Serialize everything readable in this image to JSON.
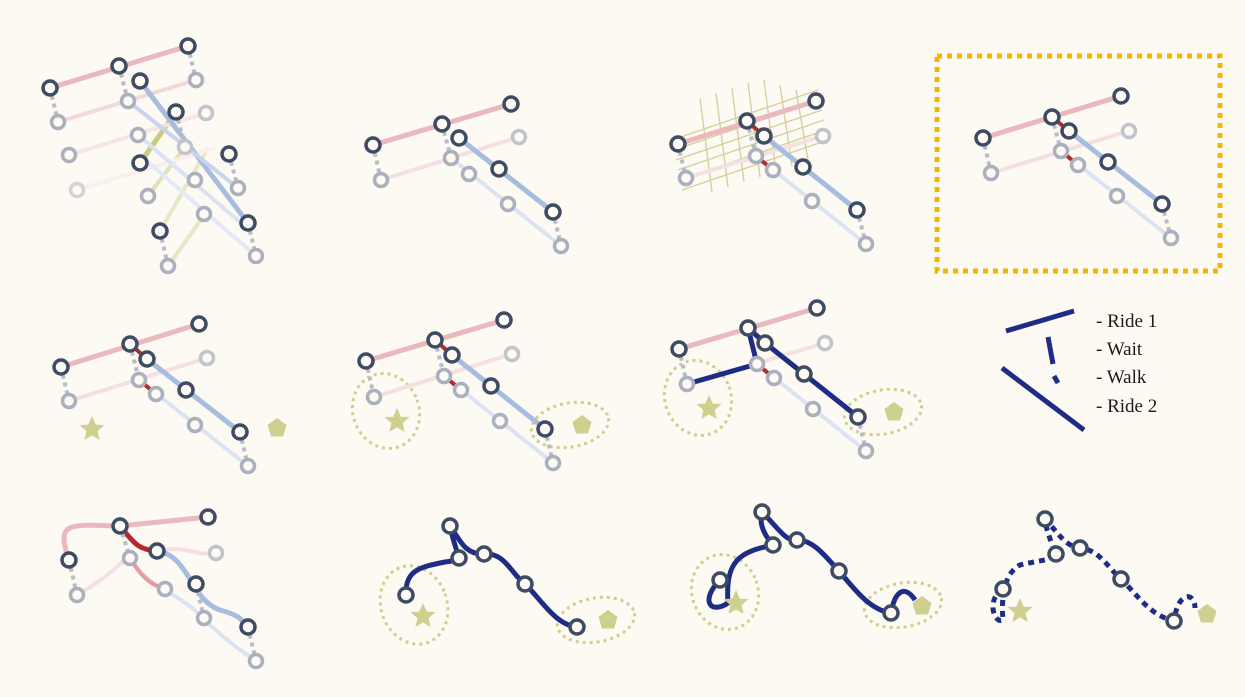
{
  "colors": {
    "background": "#fdf9f3",
    "node_stroke": "#3d4b63",
    "node_faded": "#aab0bd",
    "route1": "#e9b6bc",
    "route2": "#a7bde0",
    "transfer": "#b8282c",
    "path": "#1f2c86",
    "zone": "#cfcf8f",
    "highlight": "#f7b500"
  },
  "icons": {
    "origin": "star-icon",
    "destination": "pentagon-icon"
  },
  "legend": {
    "items": [
      {
        "label": "- Ride 1"
      },
      {
        "label": "- Wait"
      },
      {
        "label": "- Walk"
      },
      {
        "label": "- Ride 2"
      }
    ]
  }
}
